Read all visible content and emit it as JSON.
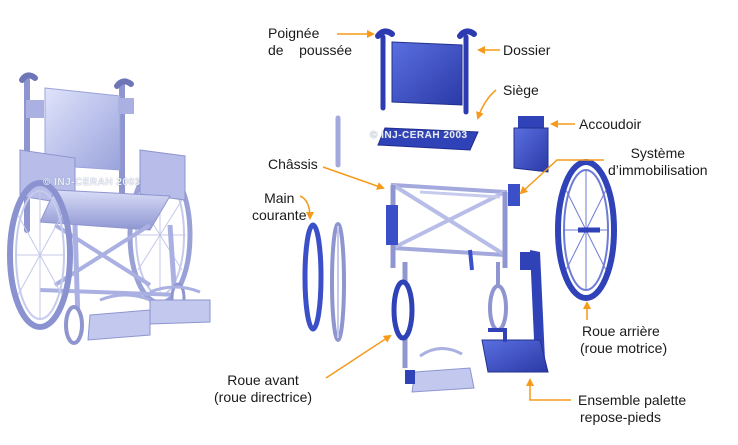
{
  "colors": {
    "accent_arrow": "#f59a1a",
    "part_blue": "#3a4fc8",
    "part_blue_dark": "#26339a",
    "frame_light": "#c9cdee",
    "frame_mid": "#a3a9dc",
    "frame_dark": "#6e76b8"
  },
  "watermark": "© INJ-CERAH 2003",
  "labels": {
    "poignee_line1": "Poignée",
    "poignee_line2": "de    poussée",
    "dossier": "Dossier",
    "siege": "Siège",
    "accoudoir": "Accoudoir",
    "chassis": "Châssis",
    "systeme_line1": "Système",
    "systeme_line2": "d’immobilisation",
    "main_line1": "Main",
    "main_line2": "courante",
    "roue_arriere_line1": "Roue arrière",
    "roue_arriere_line2": "(roue motrice)",
    "roue_avant_line1": "Roue avant",
    "roue_avant_line2": "(roue directrice)",
    "ensemble_line1": "Ensemble palette",
    "ensemble_line2": "repose-pieds"
  }
}
